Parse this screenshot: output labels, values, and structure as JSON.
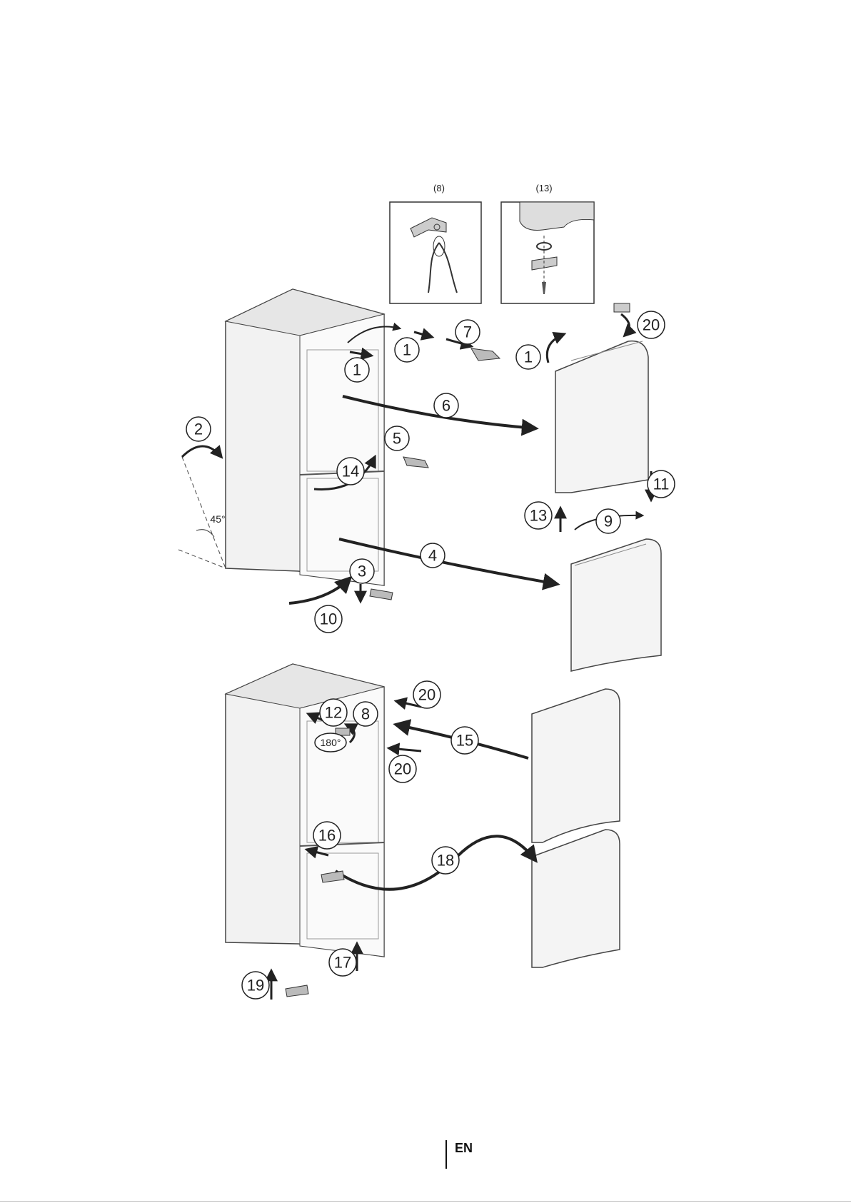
{
  "detail_boxes": [
    {
      "caption": "(8)"
    },
    {
      "caption": "(13)"
    }
  ],
  "steps": {
    "s1a": "1",
    "s1b": "1",
    "s1c": "1",
    "s2": "2",
    "s3": "3",
    "s4": "4",
    "s5": "5",
    "s6": "6",
    "s7": "7",
    "s9": "9",
    "s10": "10",
    "s11": "11",
    "s13": "13",
    "s14": "14",
    "s20a": "20",
    "s8": "8",
    "s12": "12",
    "s15": "15",
    "s16": "16",
    "s17": "17",
    "s18": "18",
    "s19": "19",
    "s20b": "20",
    "s20c": "20"
  },
  "angle_label": "45°",
  "rotation_label": "180°",
  "footer": {
    "language": "EN"
  }
}
